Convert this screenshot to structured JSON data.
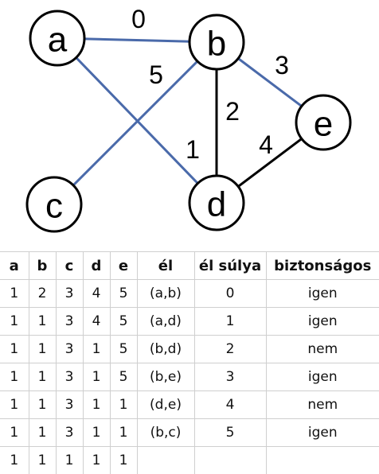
{
  "graph": {
    "nodes": [
      {
        "id": "a",
        "label": "a"
      },
      {
        "id": "b",
        "label": "b"
      },
      {
        "id": "c",
        "label": "c"
      },
      {
        "id": "d",
        "label": "d"
      },
      {
        "id": "e",
        "label": "e"
      }
    ],
    "edges": [
      {
        "from": "a",
        "to": "b",
        "weight": "0",
        "color": "#4a6aaa"
      },
      {
        "from": "b",
        "to": "c",
        "weight": "5",
        "color": "#4a6aaa"
      },
      {
        "from": "a",
        "to": "d",
        "weight": "1",
        "color": "#4a6aaa"
      },
      {
        "from": "b",
        "to": "d",
        "weight": "2",
        "color": "#000000"
      },
      {
        "from": "b",
        "to": "e",
        "weight": "3",
        "color": "#4a6aaa"
      },
      {
        "from": "d",
        "to": "e",
        "weight": "4",
        "color": "#000000"
      }
    ]
  },
  "table": {
    "headers": [
      "a",
      "b",
      "c",
      "d",
      "e",
      "él",
      "él súlya",
      "biztonságos"
    ],
    "rows": [
      [
        "1",
        "2",
        "3",
        "4",
        "5",
        "(a,b)",
        "0",
        "igen"
      ],
      [
        "1",
        "1",
        "3",
        "4",
        "5",
        "(a,d)",
        "1",
        "igen"
      ],
      [
        "1",
        "1",
        "3",
        "1",
        "5",
        "(b,d)",
        "2",
        "nem"
      ],
      [
        "1",
        "1",
        "3",
        "1",
        "5",
        "(b,e)",
        "3",
        "igen"
      ],
      [
        "1",
        "1",
        "3",
        "1",
        "1",
        "(d,e)",
        "4",
        "nem"
      ],
      [
        "1",
        "1",
        "3",
        "1",
        "1",
        "(b,c)",
        "5",
        "igen"
      ],
      [
        "1",
        "1",
        "1",
        "1",
        "1",
        "",
        "",
        ""
      ]
    ]
  }
}
